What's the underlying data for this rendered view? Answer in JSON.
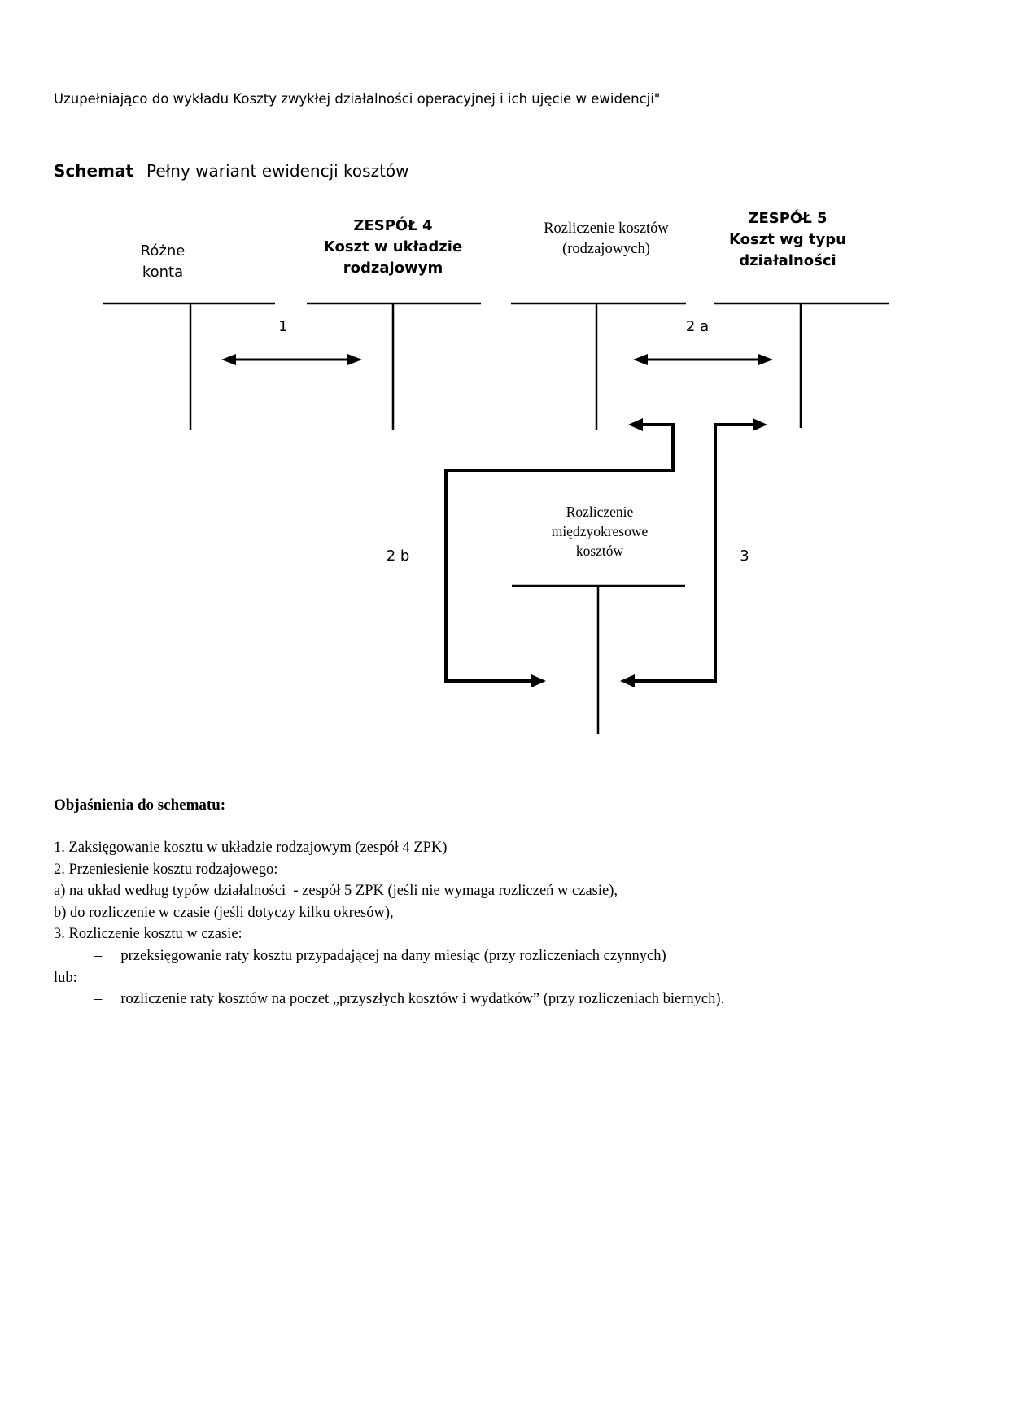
{
  "page": {
    "intro": "Uzupełniająco do wykładu Koszty zwykłej działalności operacyjnej i ich ujęcie w ewidencji\"",
    "title": {
      "label": "Schemat",
      "text": "Pełny wariant ewidencji kosztów"
    }
  },
  "diagram": {
    "accounts": {
      "rozne_konta": "Różne\nkonta",
      "zespol4": "ZESPÓŁ 4\nKoszt w układzie\nrodzajowym",
      "rozliczenie_kosztow": "Rozliczenie kosztów\n(rodzajowych)",
      "zespol5": "ZESPÓŁ 5\nKoszt wg typu\ndziałalności",
      "rozliczenie_miedzyokresowe": "Rozliczenie\nmiędzyokresowe\nkosztów"
    },
    "flow_labels": {
      "f1": "1",
      "f2a": "2 a",
      "f2b": "2 b",
      "f3": "3"
    },
    "line_color": "#000000"
  },
  "explanations": {
    "heading": "Objaśnienia do schematu:",
    "lines": [
      {
        "text": "1. Zaksięgowanie kosztu w układzie rodzajowym (zespół 4 ZPK)"
      },
      {
        "text": "2. Przeniesienie kosztu rodzajowego:"
      },
      {
        "text": "a) na układ według typów działalności  - zespół 5 ZPK (jeśli nie wymaga rozliczeń w czasie),"
      },
      {
        "text": "b) do rozliczenie w czasie (jeśli dotyczy kilku okresów),"
      },
      {
        "text": "3. Rozliczenie kosztu w czasie:"
      },
      {
        "text": "–     przeksięgowanie raty kosztu przypadającej na dany miesiąc (przy rozliczeniach czynnych)"
      },
      {
        "text": "lub:"
      },
      {
        "text": "–     rozliczenie raty kosztów na poczet „przyszłych kosztów i wydatków” (przy rozliczeniach biernych)."
      }
    ]
  }
}
